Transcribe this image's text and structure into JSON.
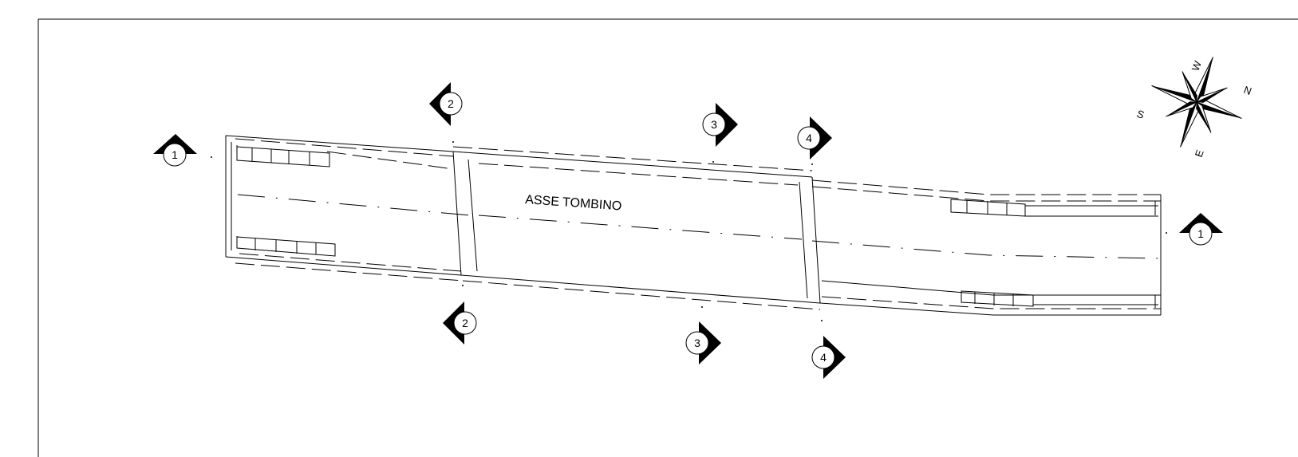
{
  "drawing": {
    "label_main": "ASSE TOMBINO"
  },
  "section_markers": [
    {
      "id": "1",
      "label": "1"
    },
    {
      "id": "2",
      "label": "2"
    },
    {
      "id": "3",
      "label": "3"
    },
    {
      "id": "4",
      "label": "4"
    }
  ],
  "compass": {
    "north": "N",
    "south": "S",
    "east": "E",
    "west": "W"
  },
  "colors": {
    "ink": "#000000",
    "paper": "#ffffff"
  }
}
